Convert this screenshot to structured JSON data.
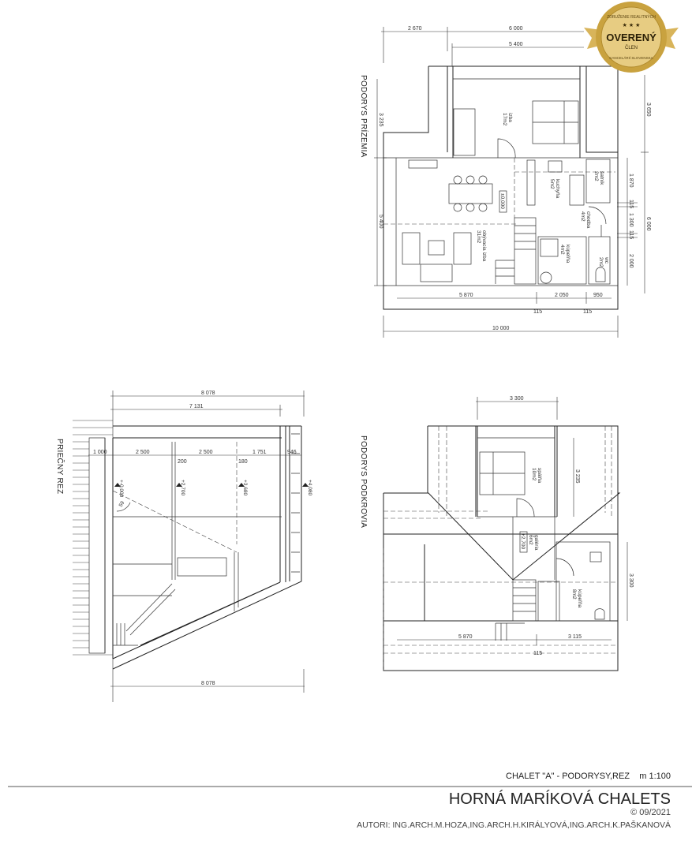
{
  "badge": {
    "top": "ZDRUŽENIE REALITNÝCH",
    "main": "OVERENÝ",
    "sub": "ČLEN",
    "bottom": "KANCELÁRIÍ SLOVENSKA",
    "color": "#c9a23f"
  },
  "ground_plan": {
    "title": "PODORYS PRÍZEMIA",
    "rooms": [
      {
        "name": "izba",
        "area": "17m2"
      },
      {
        "name": "kuchyňa",
        "area": "5m2"
      },
      {
        "name": "šatník",
        "area": "2m2"
      },
      {
        "name": "chodba",
        "area": "4m2"
      },
      {
        "name": "obývacia izba",
        "area": "31m2"
      },
      {
        "name": "kúpeľňa",
        "area": "4m2"
      },
      {
        "name": "wc",
        "area": "2m2"
      }
    ],
    "level": "±0,000",
    "dims": [
      "2 670",
      "6 000",
      "5 400",
      "3 235",
      "5 400",
      "3 650",
      "6 000",
      "1 870",
      "115",
      "1 300",
      "115",
      "2 000",
      "5 870",
      "2 050",
      "950",
      "115",
      "115",
      "10 000"
    ]
  },
  "section": {
    "title": "PRIEČNY REZ",
    "dims": [
      "8 078",
      "7 131",
      "1 000",
      "2 500",
      "200",
      "2 500",
      "180",
      "1 751",
      "946",
      "8 078"
    ],
    "levels": [
      "+-0,000",
      "+2,700",
      "+3,680",
      "+4,080"
    ],
    "angle": "59"
  },
  "attic_plan": {
    "title": "PODORYS PODKROVIA",
    "rooms": [
      {
        "name": "spálňa",
        "area": "10m2"
      },
      {
        "name": "galéria",
        "area": "6m2"
      },
      {
        "name": "kúpeľňa",
        "area": "8m2"
      }
    ],
    "level": "+2,700",
    "dims": [
      "3 300",
      "3 235",
      "3 300",
      "5 870",
      "3 115",
      "115"
    ]
  },
  "title_block": {
    "sheet": "CHALET \"A\" - PODORYSY,REZ",
    "scale": "m 1:100",
    "project": "HORNÁ MARÍKOVÁ CHALETS",
    "copyright": "© 09/2021",
    "authors": "AUTORI:  ING.ARCH.M.HOZA,ING.ARCH.H.KIRÁLYOVÁ,ING.ARCH.K.PAŠKANOVÁ"
  }
}
